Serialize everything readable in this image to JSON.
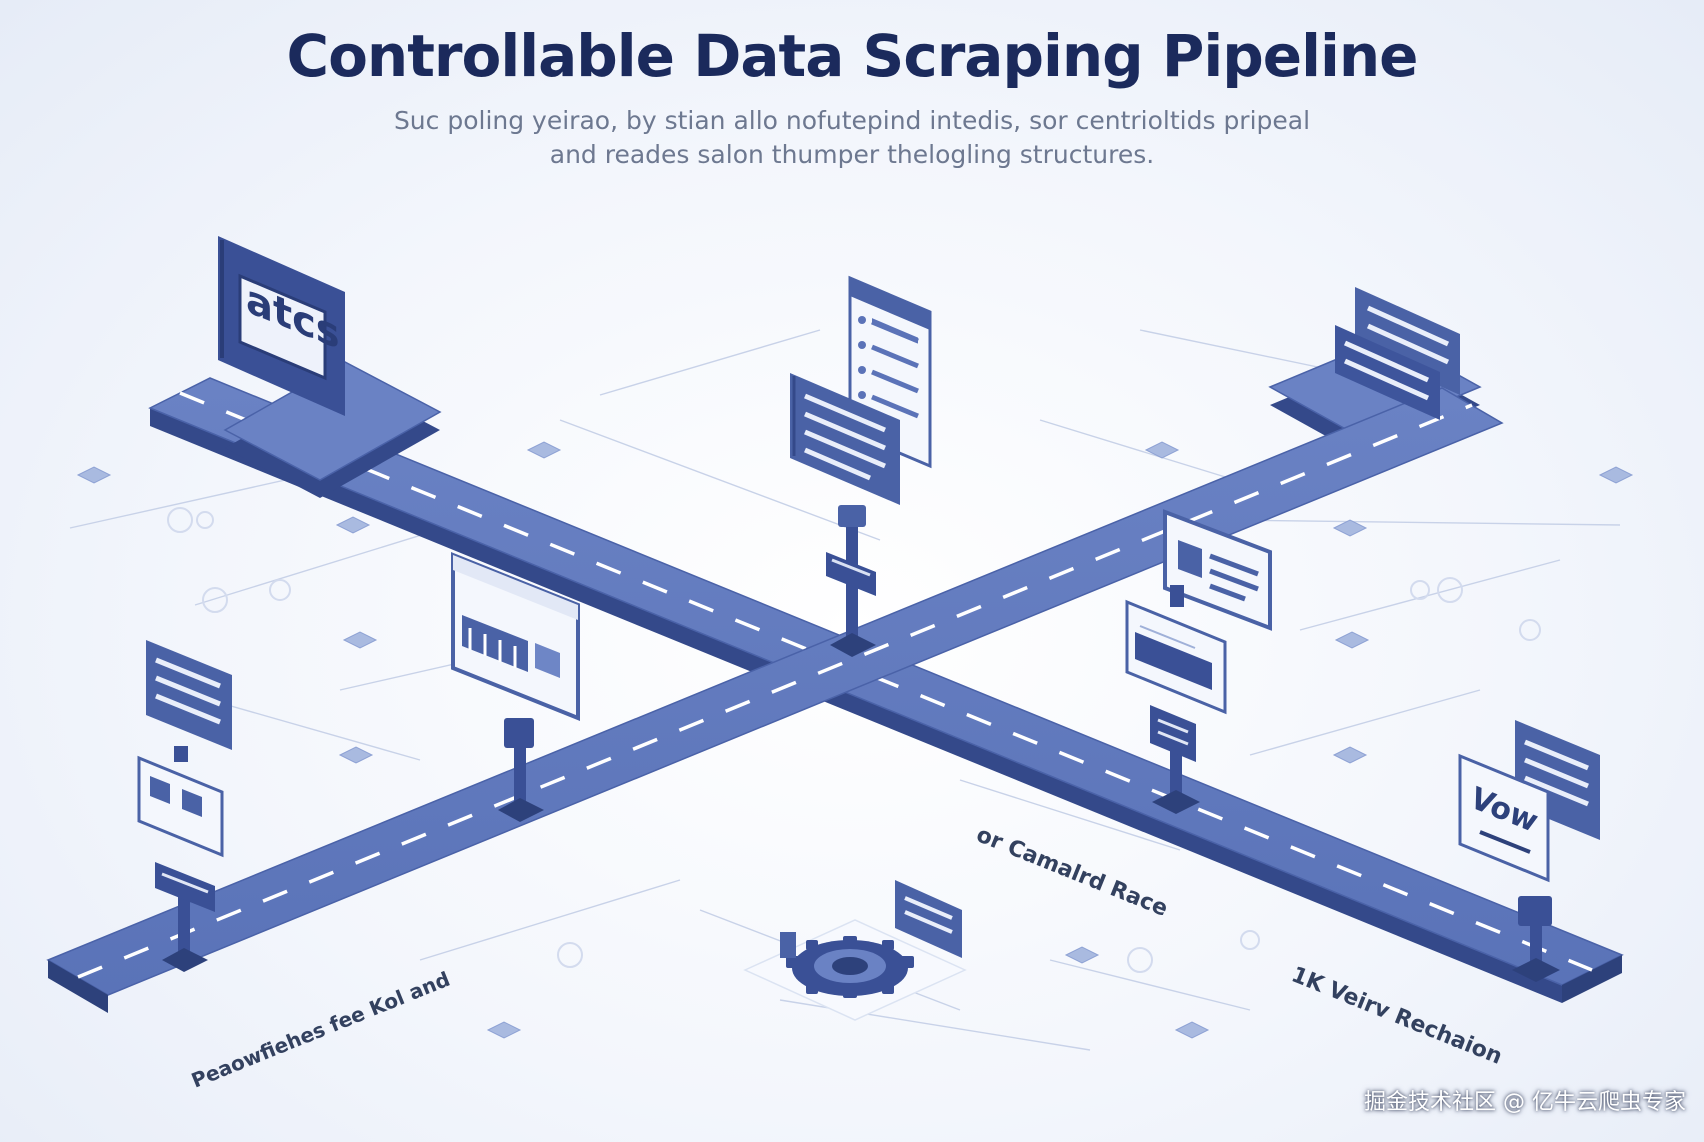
{
  "header": {
    "title": "Controllable Data Scraping Pipeline",
    "subtitle_line1": "Suc poling yeirao, by stian allo nofutepind intedis, sor centrioltids pripeal",
    "subtitle_line2": "and reades salon thumper thelogling structures."
  },
  "signs": {
    "big_panel_text": "atcs",
    "vow_text": "Vow"
  },
  "road_labels": {
    "bottom_left": "Peaowfiehes fee Kol and",
    "center_right": "or Camalrd Race",
    "bottom_right": "1K Veirv Rechaion"
  },
  "watermark": "掘金技术社区 @ 亿牛云爬虫专家",
  "colors": {
    "road": "#5a73b8",
    "road_dark": "#3c5291",
    "road_edge": "#2f4379",
    "panel": "#4a62a6",
    "panel_light": "#f7f9fe",
    "title": "#1b2a5c",
    "subtitle": "#6d7890",
    "line": "#c8d2e8"
  }
}
